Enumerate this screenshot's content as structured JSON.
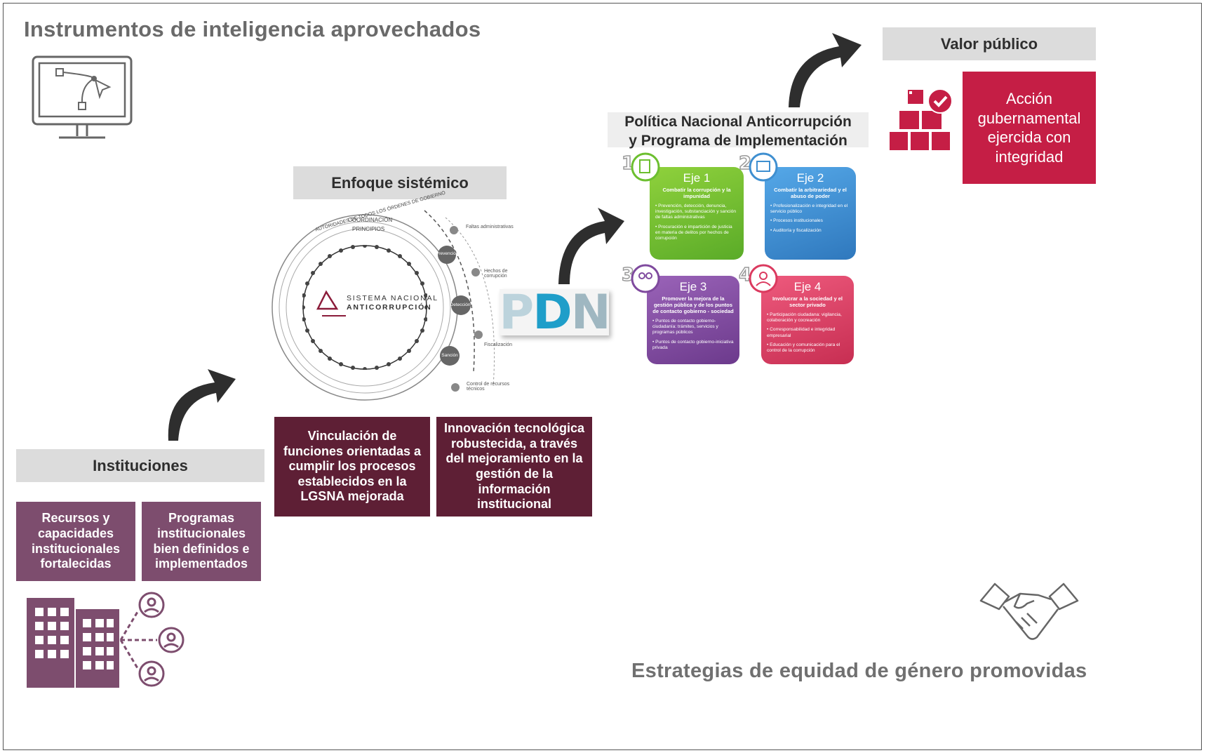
{
  "header": {
    "title": "Instrumentos de inteligencia aprovechados"
  },
  "footer": {
    "title": "Estrategias de equidad de género promovidas"
  },
  "valor": {
    "label": "Valor público",
    "box_text": "Acción gubernamental ejercida con integridad"
  },
  "pna": {
    "title_line1": "Política Nacional Anticorrupción",
    "title_line2": "y Programa de Implementación"
  },
  "enfoque": {
    "label": "Enfoque sistémico",
    "logo_line1": "SISTEMA NACIONAL",
    "logo_line2": "ANTICORRUPCIÓN",
    "ring_top": "AUTORIDADES DE TODOS LOS ÓRDENES DE GOBIERNO",
    "ring_mid": "COORDINACIÓN",
    "ring_inner": "PRINCIPIOS",
    "stages": [
      "Prevención",
      "Detección",
      "Sanción"
    ],
    "side": [
      "Faltas administrativas",
      "Hechos de corrupción",
      "Fiscalización",
      "Control de recursos técnicos"
    ]
  },
  "pdn": {
    "logo": "PDN"
  },
  "instituciones": {
    "label": "Instituciones",
    "box1": "Recursos y capacidades institucionales fortalecidas",
    "box2": "Programas institucionales bien definidos e implementados"
  },
  "center_boxes": {
    "box1": "Vinculación de funciones orientadas a cumplir los procesos establecidos en la LGSNA mejorada",
    "box2": "Innovación tecnológica robustecida, a través del mejoramiento en la gestión de la información institucional"
  },
  "ejes": [
    {
      "num": "1",
      "name": "Eje 1",
      "sub": "Combatir la corrupción y la impunidad",
      "color": "#6cbf2f",
      "items": [
        "Prevención, detección, denuncia, investigación, substanciación y sanción de faltas administrativas",
        "Procuración e impartición de justicia en materia de delitos por hechos de corrupción"
      ]
    },
    {
      "num": "2",
      "name": "Eje 2",
      "sub": "Combatir la arbitrariedad y el abuso de poder",
      "color": "#3f8fd0",
      "items": [
        "Profesionalización e integridad en el servicio público",
        "Procesos institucionales",
        "Auditoría y fiscalización"
      ]
    },
    {
      "num": "3",
      "name": "Eje 3",
      "sub": "Promover la mejora de la gestión pública y de los puntos de contacto gobierno - sociedad",
      "color": "#7f4a9e",
      "items": [
        "Puntos de contacto gobierno-ciudadanía: trámites, servicios y programas públicos",
        "Puntos de contacto gobierno-iniciativa privada"
      ]
    },
    {
      "num": "4",
      "name": "Eje 4",
      "sub": "Involucrar a la sociedad y el sector privado",
      "color": "#db3a5f",
      "items": [
        "Participación ciudadana: vigilancia, colaboración y cocreación",
        "Corresponsabilidad e integridad empresarial",
        "Educación y comunicación para el control de la corrupción"
      ]
    }
  ],
  "colors": {
    "plum": "#7d4d6e",
    "wine": "#5e1f35",
    "red": "#c51e45",
    "grey": "#dcdcdc"
  }
}
